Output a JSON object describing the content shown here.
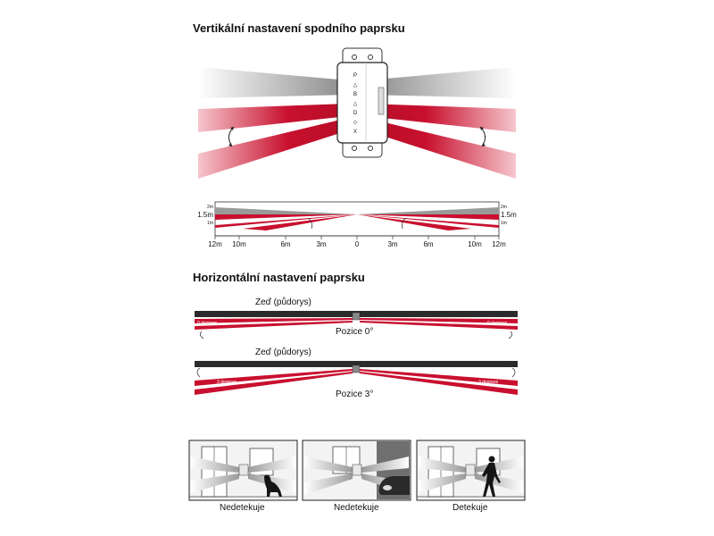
{
  "section_vertical": {
    "title": "Vertikální nastavení spodního paprsku",
    "sensor_icons": [
      "P",
      "△",
      "B",
      "△",
      "D",
      "◇",
      "X"
    ],
    "profile": {
      "height_left": [
        "2m",
        "1.5m",
        "1m"
      ],
      "height_right": [
        "2m",
        "1.5m",
        "1m"
      ],
      "distances": [
        "12m",
        "10m",
        "6m",
        "3m",
        "0",
        "3m",
        "6m",
        "10m",
        "12m"
      ]
    }
  },
  "section_horizontal": {
    "title": "Horizontální nastavení paprsku",
    "panel_0": {
      "wall_label": "Zeď (půdorys)",
      "angle_left": "0 degrees",
      "angle_right": "0 degrees",
      "position_label": "Pozice 0°"
    },
    "panel_3": {
      "wall_label": "Zeď (půdorys)",
      "angle_left": "3 degrees",
      "angle_right": "3 degrees",
      "position_label": "Pozice 3°"
    }
  },
  "scenes": [
    {
      "caption": "Nedetekuje"
    },
    {
      "caption": "Nedetekuje"
    },
    {
      "caption": "Detekuje"
    }
  ],
  "colors": {
    "beam_red": "#c8102e",
    "beam_gray": "#8a8a8a",
    "wall": "#2b2b2b"
  }
}
